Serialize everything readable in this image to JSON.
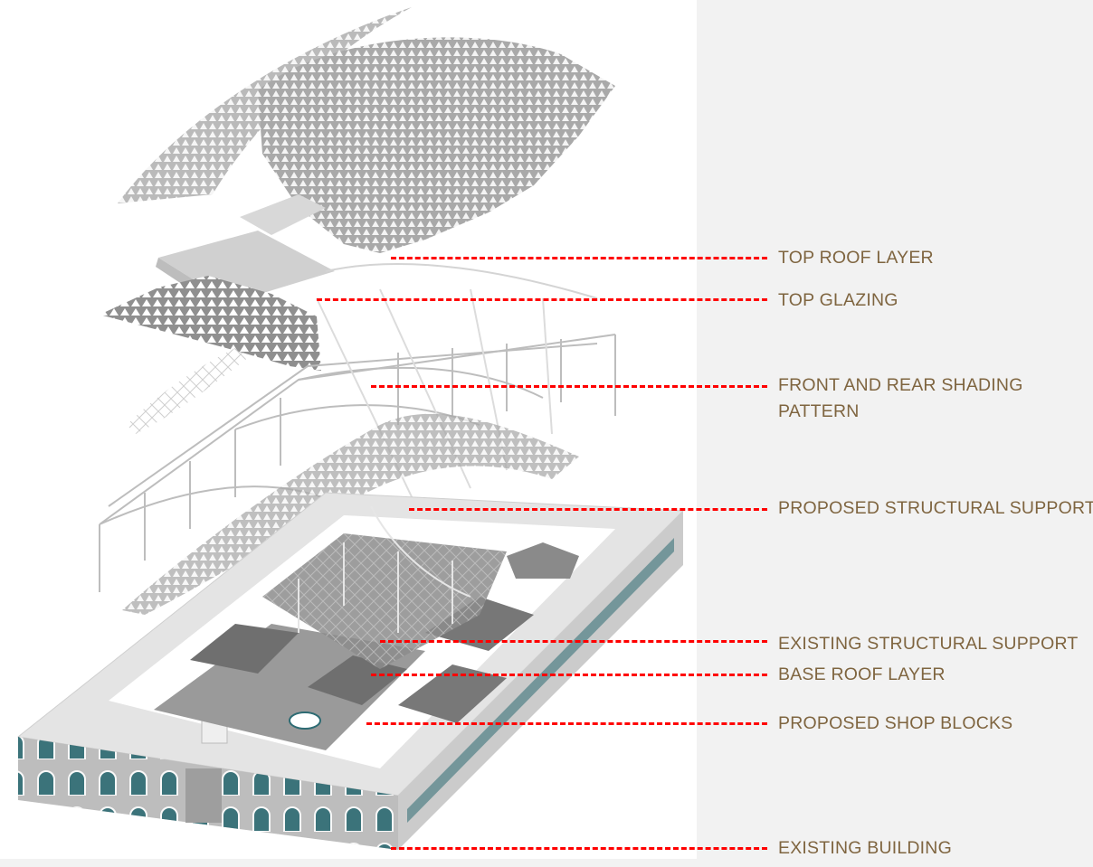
{
  "colors": {
    "label": "#7f6540",
    "leader": "#ff0000",
    "panel": "#f2f2f2",
    "window": "#2d6b73"
  },
  "labels": [
    {
      "text": "TOP ROOF LAYER"
    },
    {
      "text": "TOP GLAZING"
    },
    {
      "text": "FRONT AND REAR SHADING",
      "line2": "PATTERN"
    },
    {
      "text": "PROPOSED STRUCTURAL SUPPORT"
    },
    {
      "text": "EXISTING STRUCTURAL SUPPORT"
    },
    {
      "text": "BASE ROOF LAYER"
    },
    {
      "text": "PROPOSED SHOP BLOCKS"
    },
    {
      "text": "EXISTING BUILDING"
    }
  ]
}
